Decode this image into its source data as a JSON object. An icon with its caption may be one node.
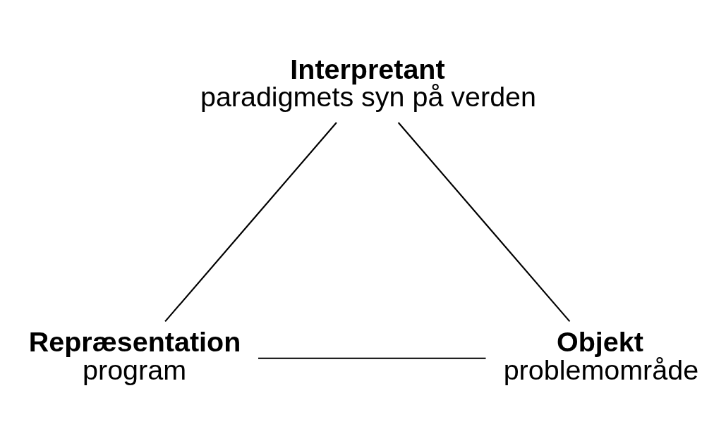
{
  "diagram": {
    "nodes": [
      {
        "text": [
          "Interpretant",
          "paradigmets syn på verden"
        ]
      },
      {
        "text": [
          "Repræsentation",
          "program"
        ]
      },
      {
        "text": [
          "Objekt",
          "problemområde"
        ]
      }
    ],
    "edges": [
      {
        "from": 0,
        "to": 1,
        "arrow": "none"
      },
      {
        "from": 1,
        "to": 2,
        "arrow": "none"
      },
      {
        "from": 2,
        "to": 0,
        "arrow": "none"
      }
    ]
  }
}
